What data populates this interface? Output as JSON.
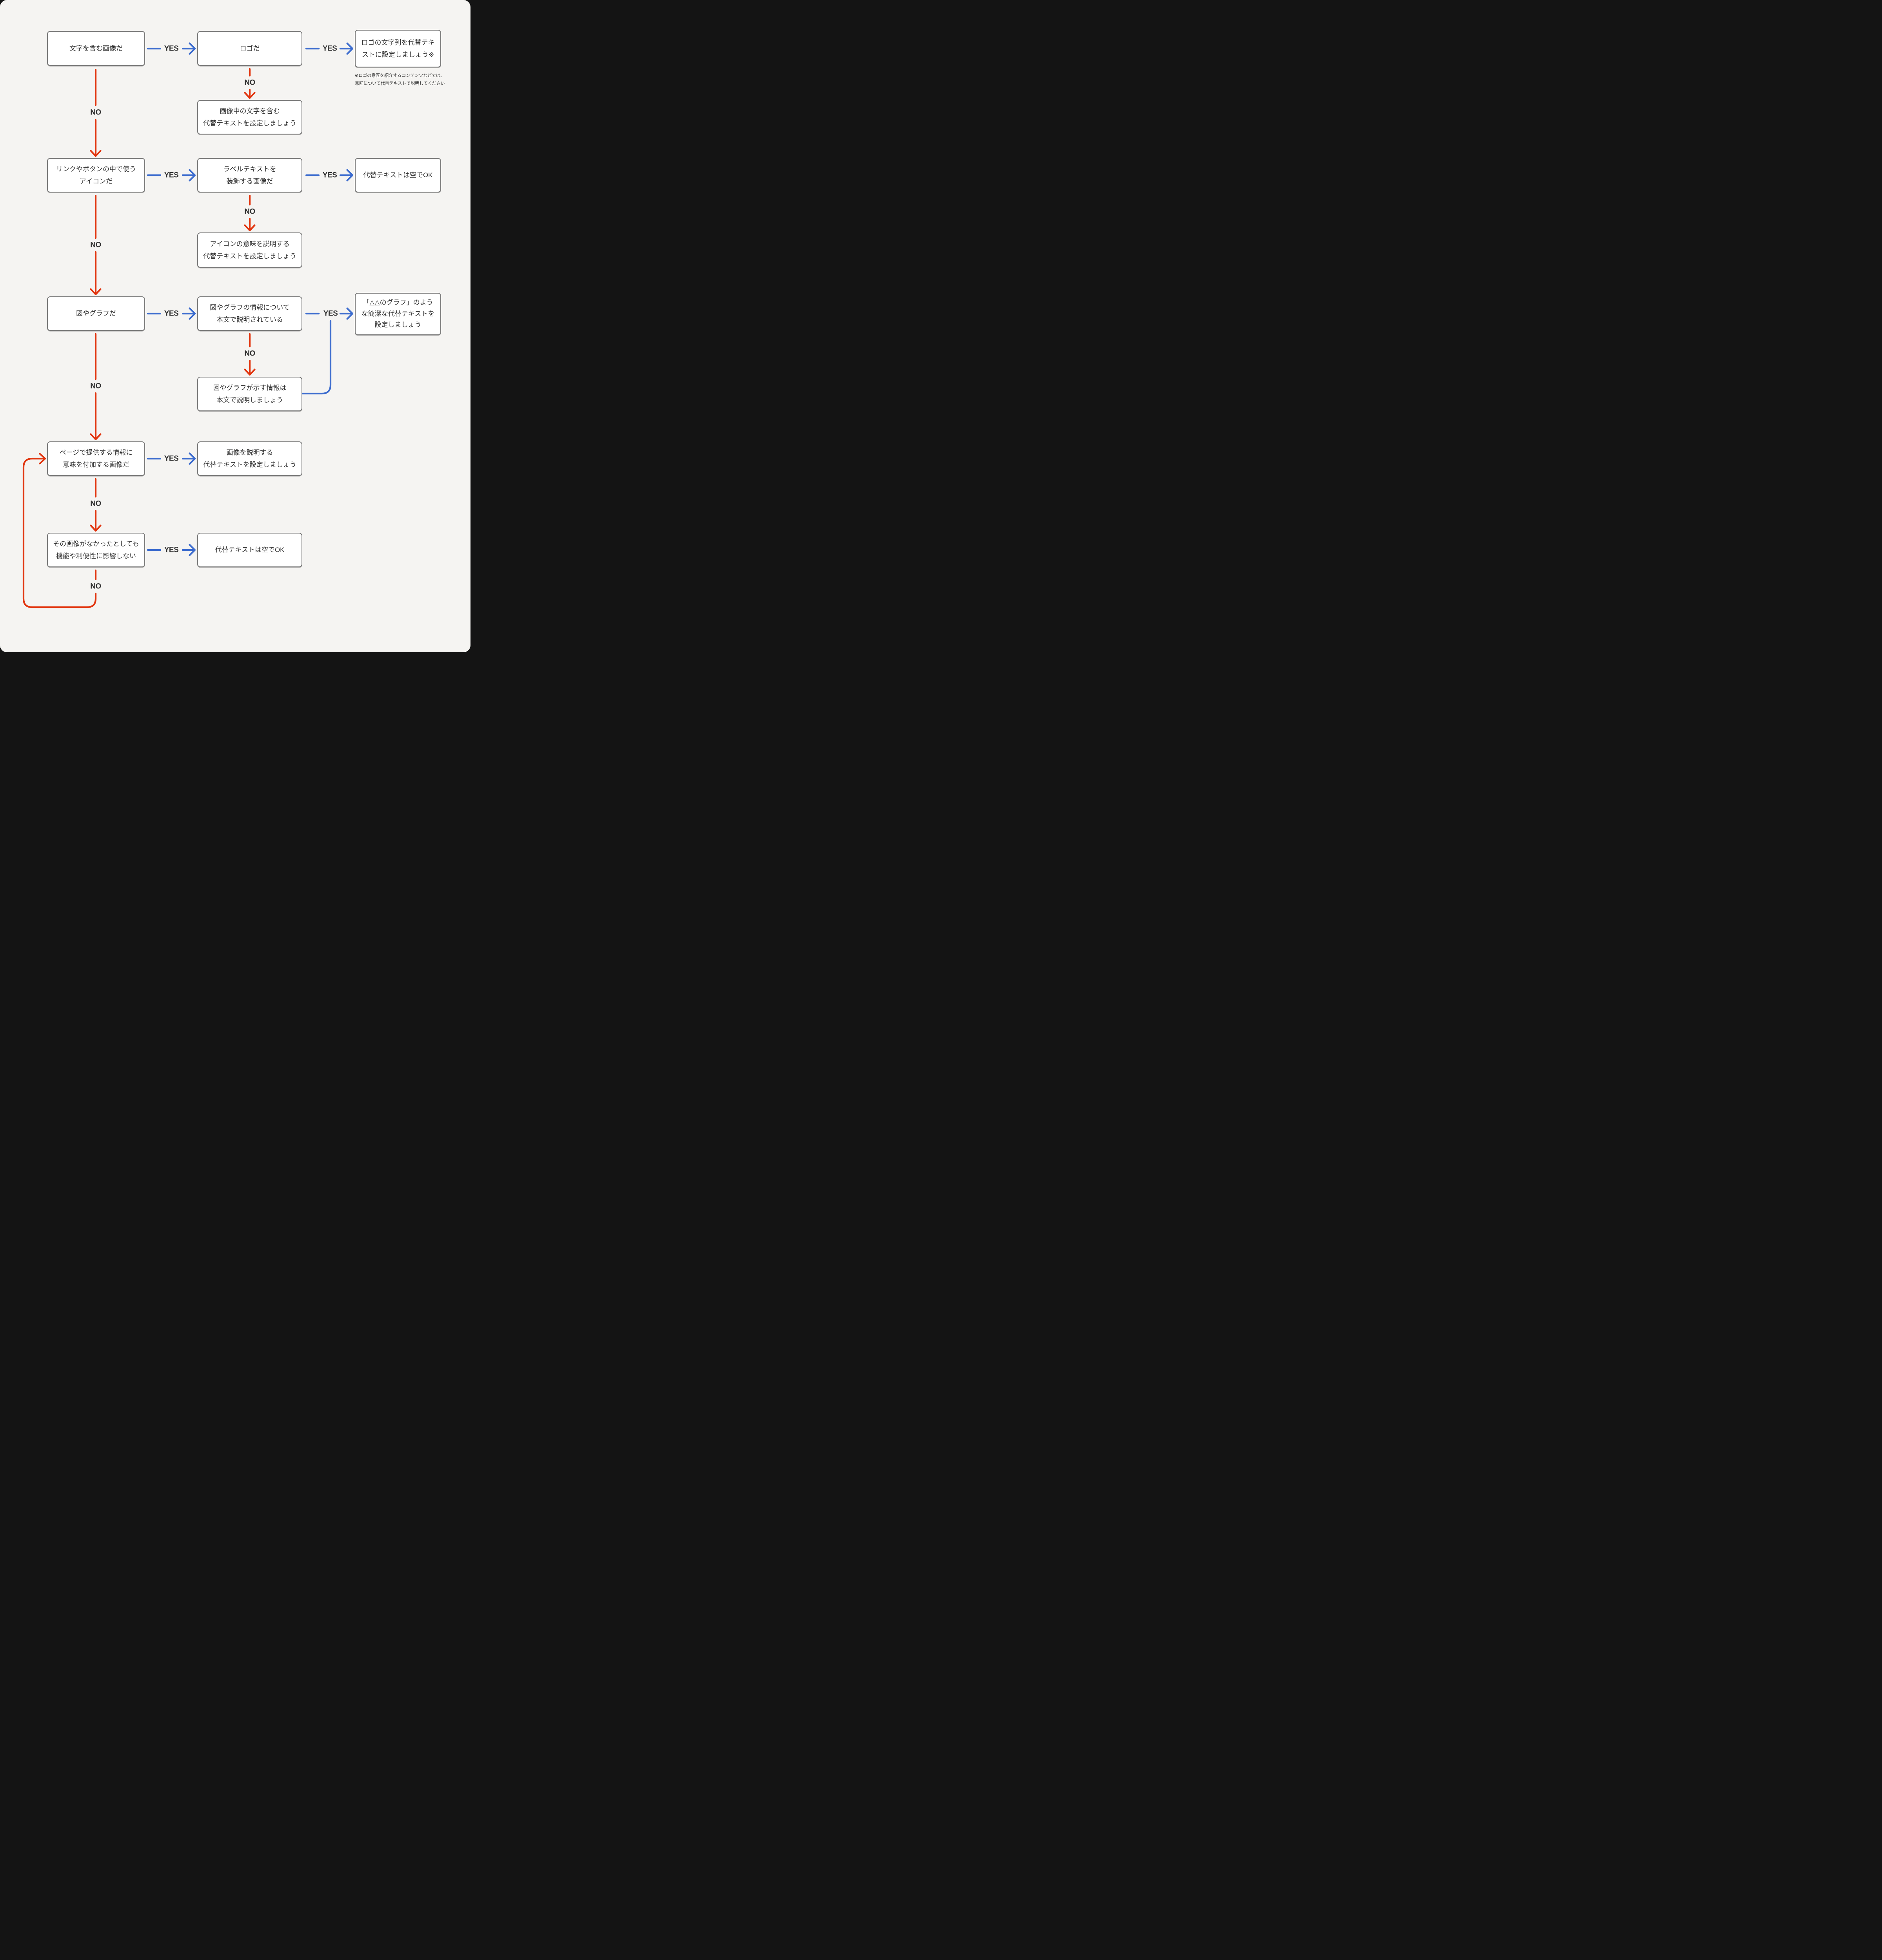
{
  "diagram": {
    "type": "flowchart",
    "topic": "画像の代替テキスト設定フローチャート",
    "colors": {
      "background": "#f5f4f2",
      "yes_line": "#3b6bce",
      "no_line": "#e1340e",
      "box_border": "#7a7a7a",
      "box_fill": "#ffffff",
      "text": "#333333"
    }
  },
  "labels": {
    "yes": "YES",
    "no": "NO"
  },
  "nodes": {
    "has_text": "文字を含む画像だ",
    "is_logo": "ロゴだ",
    "logo_alt": "ロゴの文字列を代替テキ\nストに設定しましょう※",
    "logo_footnote": "※ロゴの意匠を紹介するコンテンツなどでは、\n意匠について代替テキストで説明してください",
    "text_alt": "画像中の文字を含む\n代替テキストを設定しましょう",
    "is_icon": "リンクやボタンの中で使う\nアイコンだ",
    "decorates_label": "ラベルテキストを\n装飾する画像だ",
    "empty_alt_icon": "代替テキストは空でOK",
    "icon_alt": "アイコンの意味を説明する\n代替テキストを設定しましょう",
    "is_chart": "図やグラフだ",
    "explained_in_text": "図やグラフの情報について\n本文で説明されている",
    "chart_alt": "「△△のグラフ」のよう\nな簡潔な代替テキストを\n設定しましょう",
    "explain_in_text": "図やグラフが示す情報は\n本文で説明しましょう",
    "adds_meaning": "ページで提供する情報に\n意味を付加する画像だ",
    "image_alt": "画像を説明する\n代替テキストを設定しましょう",
    "no_impact": "その画像がなかったとしても\n機能や利便性に影響しない",
    "empty_alt_ok": "代替テキストは空でOK"
  }
}
